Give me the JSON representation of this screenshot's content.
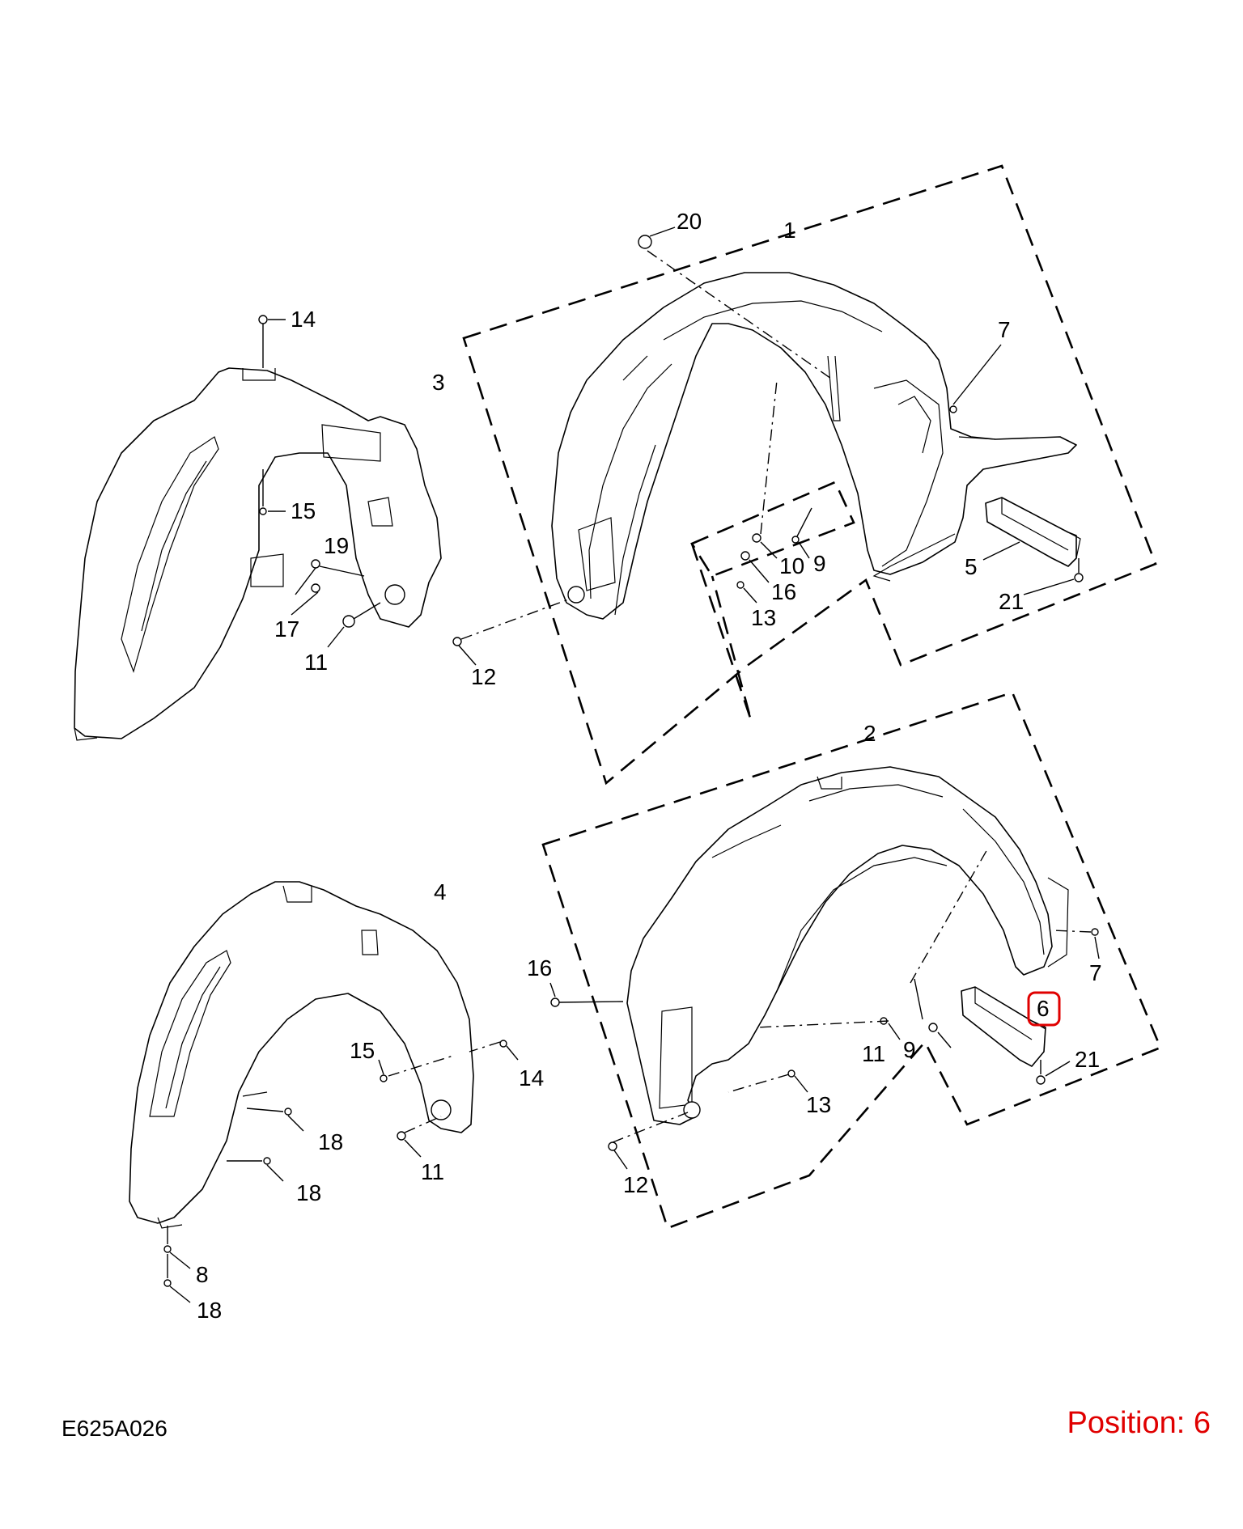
{
  "diagram": {
    "code": "E625A026",
    "position_text": "Position: 6",
    "highlight_color": "#e00000",
    "callouts": {
      "c1": "1",
      "c2": "2",
      "c3": "3",
      "c4": "4",
      "c5": "5",
      "c6": "6",
      "c7a": "7",
      "c7b": "7",
      "c8": "8",
      "c9a": "9",
      "c9b": "9",
      "c10": "10",
      "c11a": "11",
      "c11b": "11",
      "c11c": "11",
      "c12a": "12",
      "c12b": "12",
      "c13a": "13",
      "c13b": "13",
      "c14a": "14",
      "c14b": "14",
      "c15a": "15",
      "c15b": "15",
      "c16a": "16",
      "c16b": "16",
      "c17": "17",
      "c18a": "18",
      "c18b": "18",
      "c18c": "18",
      "c19": "19",
      "c20": "20",
      "c21a": "21",
      "c21b": "21"
    }
  }
}
